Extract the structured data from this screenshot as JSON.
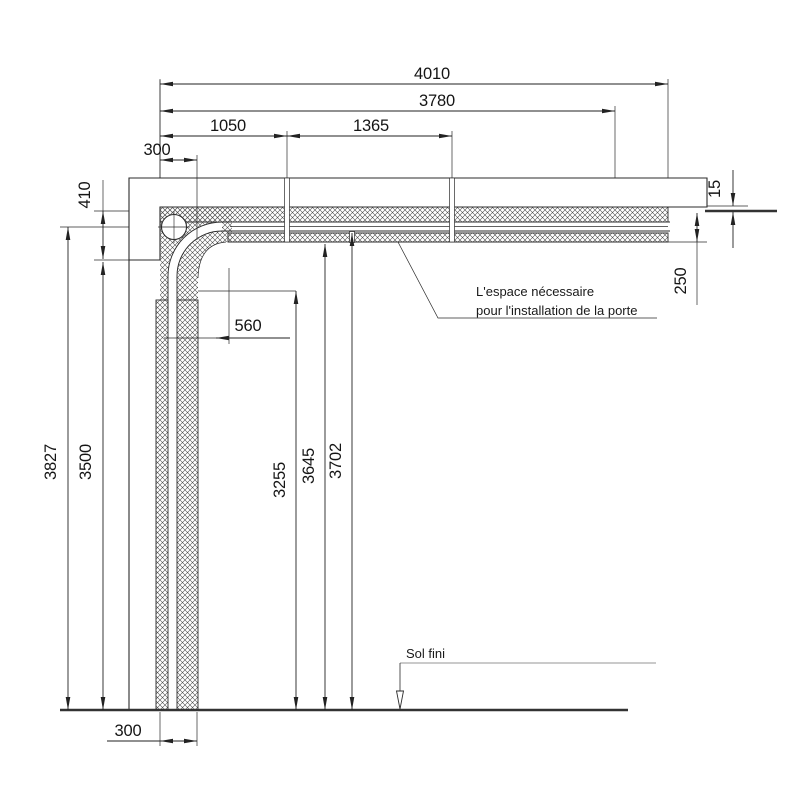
{
  "drawing": {
    "note": {
      "line1": "L'espace nécessaire",
      "line2": "pour l'installation de la porte"
    },
    "floor_label": "Sol fini",
    "dims": {
      "total_width": "4010",
      "track_length": "3780",
      "bracket_span_1": "1050",
      "bracket_span_2": "1365",
      "top_offset": "300",
      "lintel_height": "410",
      "height_overall": "3827",
      "opening_height": "3500",
      "curve_offset": "560",
      "height_track_bottom": "3255",
      "height_clearance_1": "3645",
      "height_clearance_2": "3702",
      "ceiling_gap": "15",
      "headroom": "250",
      "bottom_offset": "300"
    },
    "colors": {
      "line": "#222222",
      "thick_line": "#333333"
    }
  }
}
